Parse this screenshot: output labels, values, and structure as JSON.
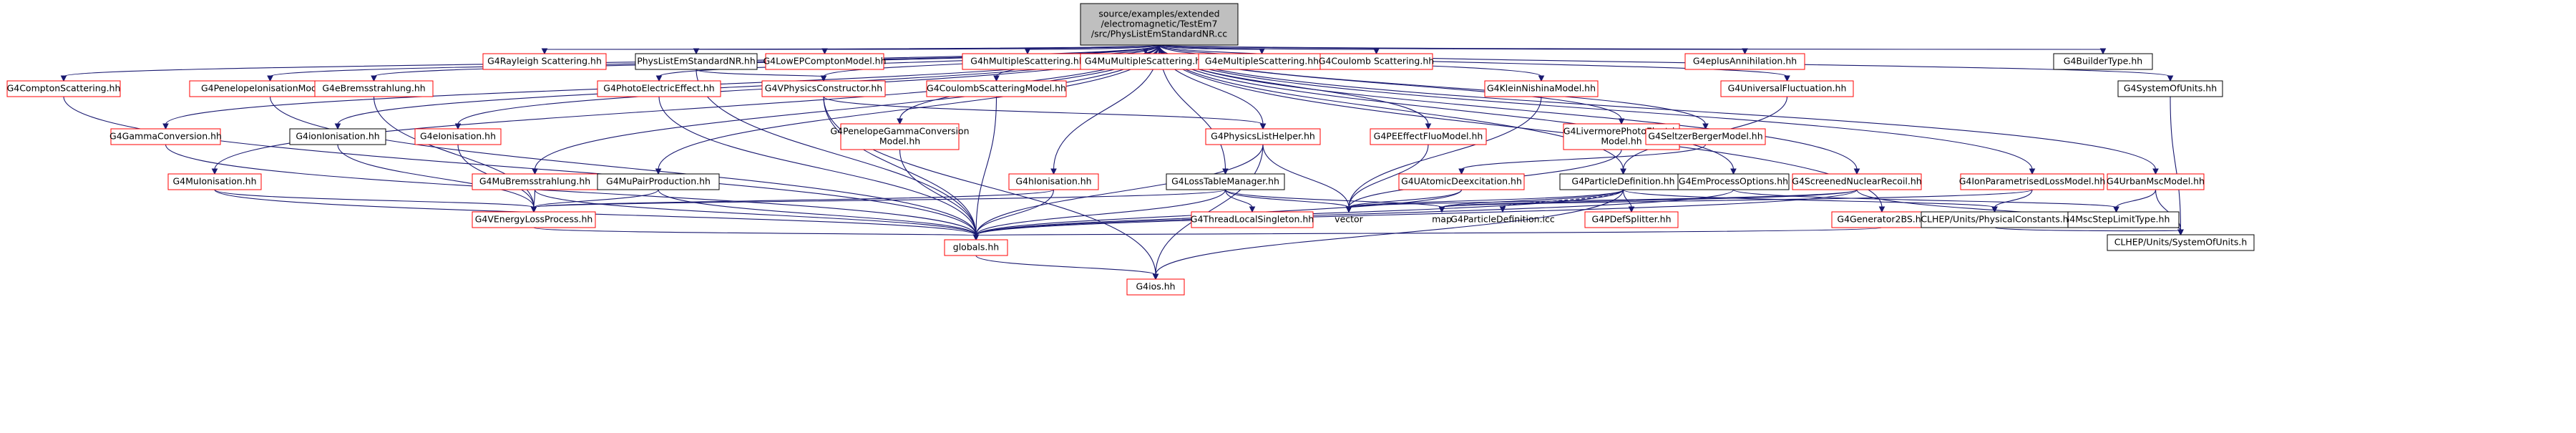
{
  "graph": {
    "root": [
      "source/examples/extended",
      "/electromagnetic/TestEm7",
      "/src/PhysListEmStandardNR.cc"
    ],
    "nodes": {
      "n1": [
        "G4ComptonScattering.hh"
      ],
      "n2": [
        "G4GammaConversion.hh"
      ],
      "n3": [
        "G4MuIonisation.hh"
      ],
      "n4": [
        "G4PenelopeIonisationModel.hh"
      ],
      "n5": [
        "G4eBremsstrahlung.hh"
      ],
      "n6": [
        "G4ionIonisation.hh"
      ],
      "n7": [
        "G4eIonisation.hh"
      ],
      "n8": [
        "G4MuBremsstrahlung.hh"
      ],
      "n9": [
        "G4MuPairProduction.hh"
      ],
      "n10": [
        "G4Rayleigh Scattering.hh"
      ],
      "n11": [
        "PhysListEmStandardNR.hh"
      ],
      "n12": [
        "G4PhotoElectricEffect.hh"
      ],
      "n13": [
        "G4LowEPComptonModel.hh"
      ],
      "n14": [
        "G4VPhysicsConstructor.hh"
      ],
      "n15": [
        "G4PenelopeGammaConversion",
        "Model.hh"
      ],
      "n16": [
        "G4CoulombScatteringModel.hh"
      ],
      "n17": [
        "G4hMultipleScattering.hh"
      ],
      "n18": [
        "G4MuMultipleScattering.hh"
      ],
      "n19": [
        "G4eMultipleScattering.hh"
      ],
      "n20": [
        "G4Coulomb Scattering.hh"
      ],
      "n21": [
        "G4PhysicsListHelper.hh"
      ],
      "n22": [
        "G4hIonisation.hh"
      ],
      "n23": [
        "G4LossTableManager.hh"
      ],
      "n24": [
        "G4ThreadLocalSingleton.hh"
      ],
      "n25": [
        "G4PEEffectFluoModel.hh"
      ],
      "n26": [
        "G4KleinNishinaModel.hh"
      ],
      "n27": [
        "G4LivermorePhotoElectric",
        "Model.hh"
      ],
      "n28": [
        "G4UAtomicDeexcitation.hh"
      ],
      "n29": [
        "G4eplusAnnihilation.hh"
      ],
      "n30": [
        "G4UniversalFluctuation.hh"
      ],
      "n31": [
        "G4SeltzerBergerModel.hh"
      ],
      "n32": [
        "G4ParticleDefinition.hh"
      ],
      "n33": [
        "G4ParticleDefinition.icc"
      ],
      "n34": [
        "G4PDefSplitter.hh"
      ],
      "n35": [
        "G4EmProcessOptions.hh"
      ],
      "n36": [
        "G4ScreenedNuclearRecoil.hh"
      ],
      "n37": [
        "G4Generator2BS.hh"
      ],
      "n38": [
        "G4IonParametrisedLossModel.hh"
      ],
      "n39": [
        "G4UrbanMscModel.hh"
      ],
      "n40": [
        "G4MscStepLimitType.hh"
      ],
      "n41": [
        "G4BuilderType.hh"
      ],
      "n42": [
        "G4SystemOfUnits.hh"
      ],
      "n43": [
        "CLHEP/Units/SystemOfUnits.h"
      ],
      "n44": [
        "CLHEP/Units/PhysicalConstants.h"
      ],
      "n45": [
        "G4VEnergyLossProcess.hh"
      ],
      "n46": [
        "globals.hh"
      ],
      "n47": [
        "G4ios.hh"
      ],
      "n48": [
        "vector"
      ],
      "n49": [
        "map"
      ]
    }
  }
}
